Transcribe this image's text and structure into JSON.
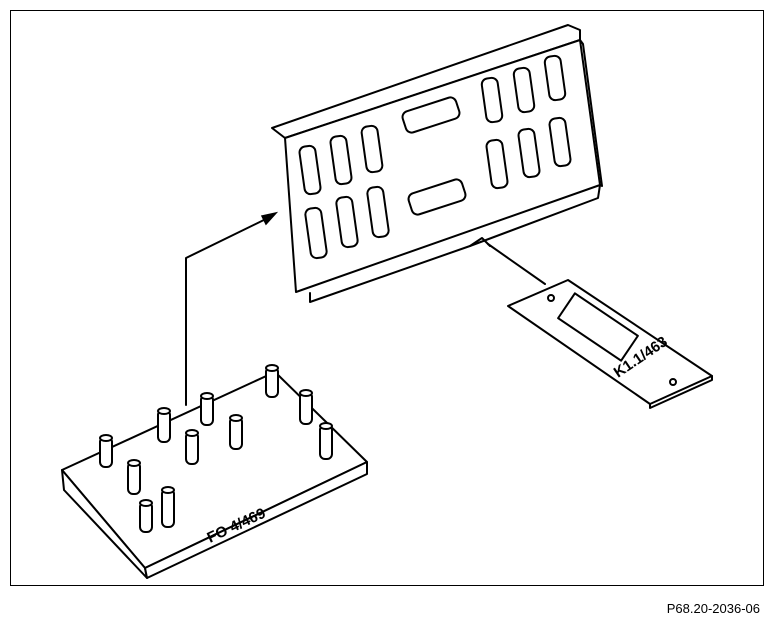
{
  "figure": {
    "reference_code": "P68.20-2036-06",
    "fixture_label": "FO 4/469",
    "template_label": "K1.1/463"
  }
}
